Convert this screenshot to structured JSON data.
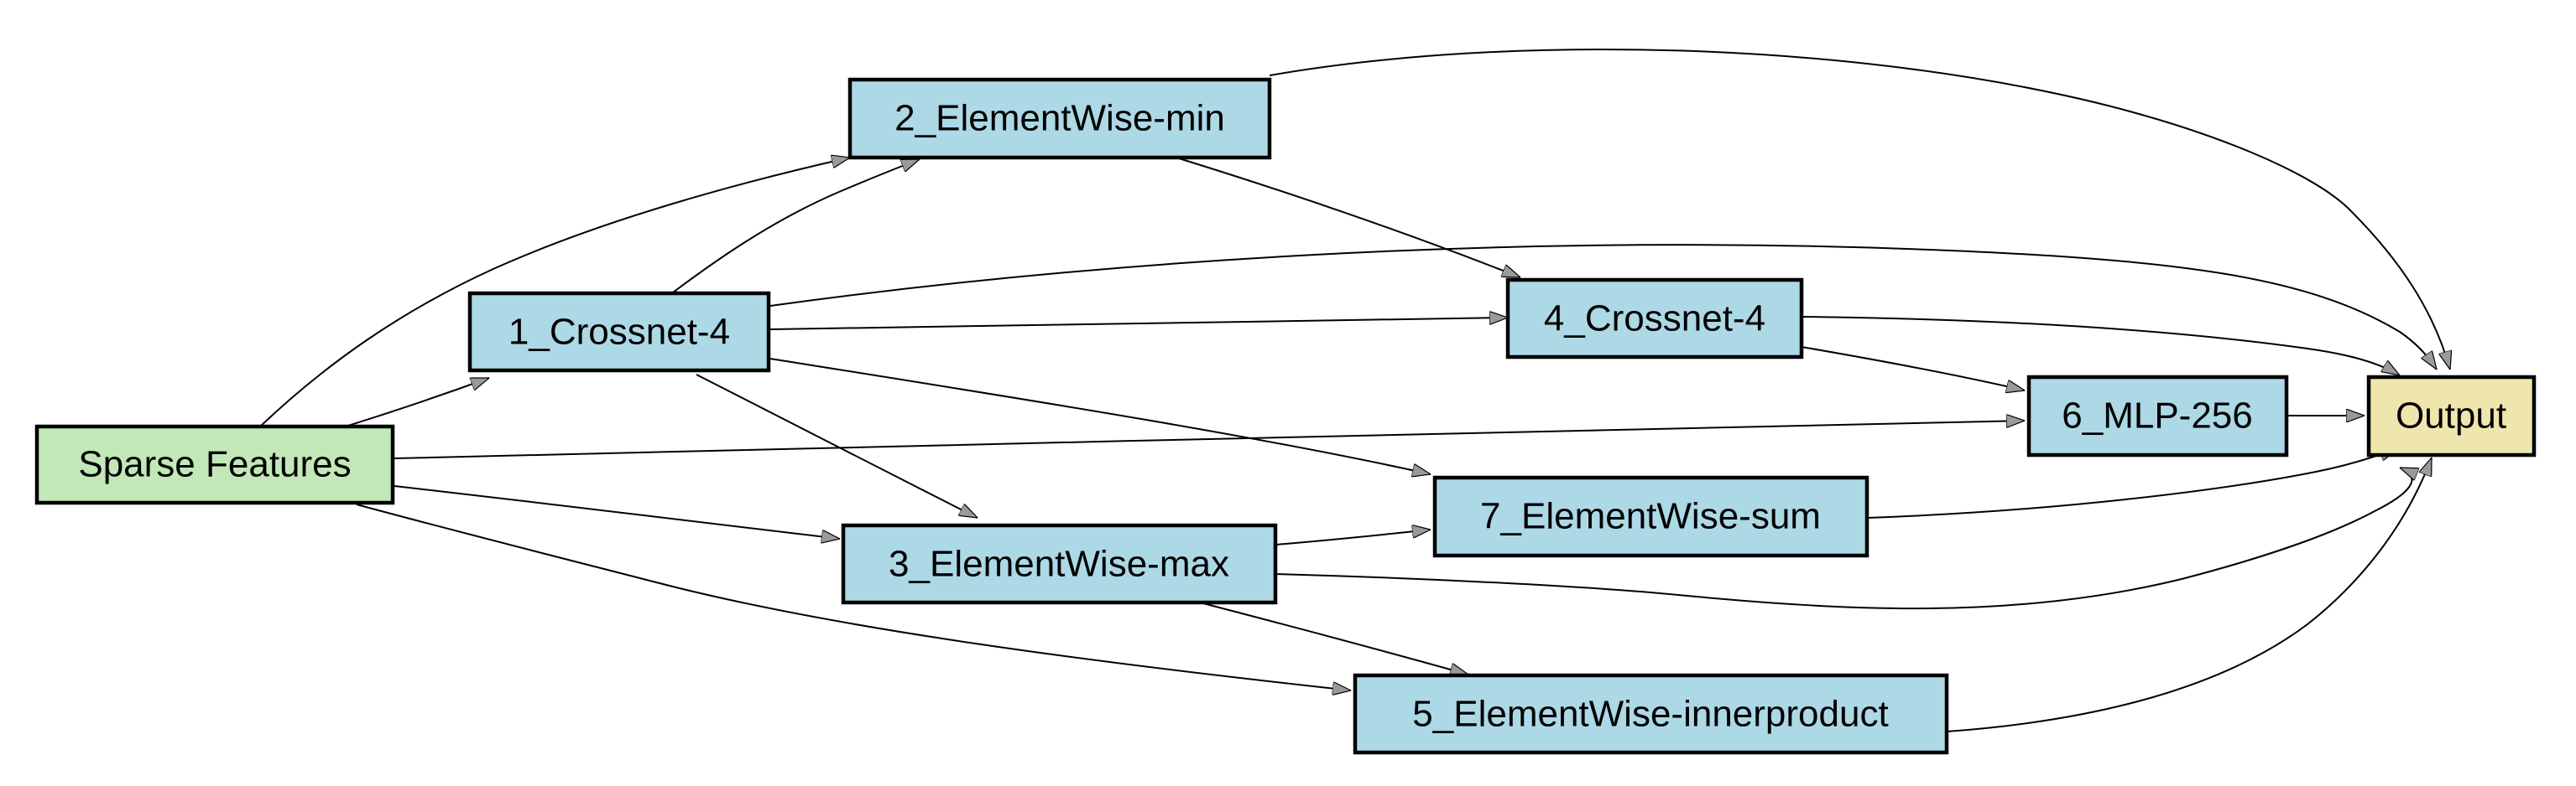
{
  "colors": {
    "input": "#c2e8b8",
    "op": "#add8e6",
    "output": "#efe6ae",
    "arrowhead": "#9a9a9a"
  },
  "nodes": {
    "sparse": {
      "label": "Sparse Features",
      "kind": "input"
    },
    "n1": {
      "label": "1_Crossnet-4",
      "kind": "op"
    },
    "n2": {
      "label": "2_ElementWise-min",
      "kind": "op"
    },
    "n3": {
      "label": "3_ElementWise-max",
      "kind": "op"
    },
    "n4": {
      "label": "4_Crossnet-4",
      "kind": "op"
    },
    "n5": {
      "label": "5_ElementWise-innerproduct",
      "kind": "op"
    },
    "n6": {
      "label": "6_MLP-256",
      "kind": "op"
    },
    "n7": {
      "label": "7_ElementWise-sum",
      "kind": "op"
    },
    "out": {
      "label": "Output",
      "kind": "output"
    }
  },
  "edges": [
    {
      "from": "sparse",
      "to": "n1"
    },
    {
      "from": "sparse",
      "to": "n2"
    },
    {
      "from": "sparse",
      "to": "n3"
    },
    {
      "from": "sparse",
      "to": "n5"
    },
    {
      "from": "sparse",
      "to": "n6"
    },
    {
      "from": "n1",
      "to": "n2"
    },
    {
      "from": "n1",
      "to": "n3"
    },
    {
      "from": "n1",
      "to": "n4"
    },
    {
      "from": "n1",
      "to": "n7"
    },
    {
      "from": "n1",
      "to": "out"
    },
    {
      "from": "n2",
      "to": "n4"
    },
    {
      "from": "n2",
      "to": "out"
    },
    {
      "from": "n3",
      "to": "n5"
    },
    {
      "from": "n3",
      "to": "n7"
    },
    {
      "from": "n3",
      "to": "out"
    },
    {
      "from": "n4",
      "to": "n6"
    },
    {
      "from": "n4",
      "to": "out"
    },
    {
      "from": "n5",
      "to": "out"
    },
    {
      "from": "n6",
      "to": "out"
    },
    {
      "from": "n7",
      "to": "out"
    }
  ]
}
